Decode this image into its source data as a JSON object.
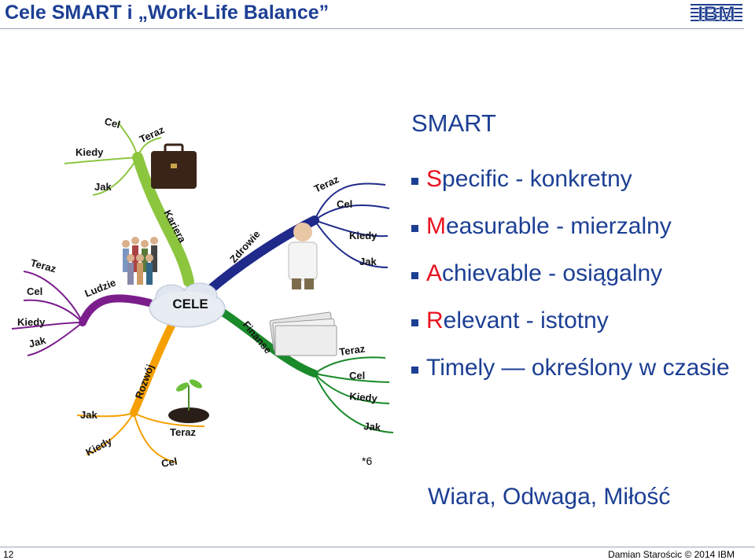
{
  "slide": {
    "title": "Cele SMART i „Work-Life Balance”",
    "logo": "IBM",
    "page_number": "12",
    "footer": "Damian Starościc © 2014 IBM"
  },
  "smart": {
    "heading": "SMART",
    "items": [
      {
        "letter": "S",
        "rest": "pecific - konkretny"
      },
      {
        "letter": "M",
        "rest": "easurable - mierzalny"
      },
      {
        "letter": "A",
        "rest": "chievable - osiągalny"
      },
      {
        "letter": "R",
        "rest": "elevant - istotny"
      },
      {
        "letter": "",
        "rest": "Timely ― określony w czasie"
      }
    ]
  },
  "footnote": "*6",
  "values": "Wiara, Odwaga, Miłość",
  "mindmap": {
    "center": "CELE",
    "branches": {
      "kariera": {
        "label": "Kariera",
        "color": "#8cc63f",
        "leaves": [
          "Cel",
          "Teraz",
          "Kiedy",
          "Jak"
        ]
      },
      "zdrowie": {
        "label": "Zdrowie",
        "color": "#1f2a8a",
        "leaves": [
          "Teraz",
          "Cel",
          "Kiedy",
          "Jak"
        ]
      },
      "ludzie": {
        "label": "Ludzie",
        "color": "#7b1e8c",
        "leaves": [
          "Teraz",
          "Cel",
          "Kiedy",
          "Jak"
        ]
      },
      "finanse": {
        "label": "Finanse",
        "color": "#1a8a2a",
        "leaves": [
          "Teraz",
          "Cel",
          "Kiedy",
          "Jak"
        ]
      },
      "rozwoj": {
        "label": "Rozwój",
        "color": "#f5a000",
        "leaves": [
          "Jak",
          "Teraz",
          "Kiedy",
          "Cel"
        ]
      }
    }
  }
}
